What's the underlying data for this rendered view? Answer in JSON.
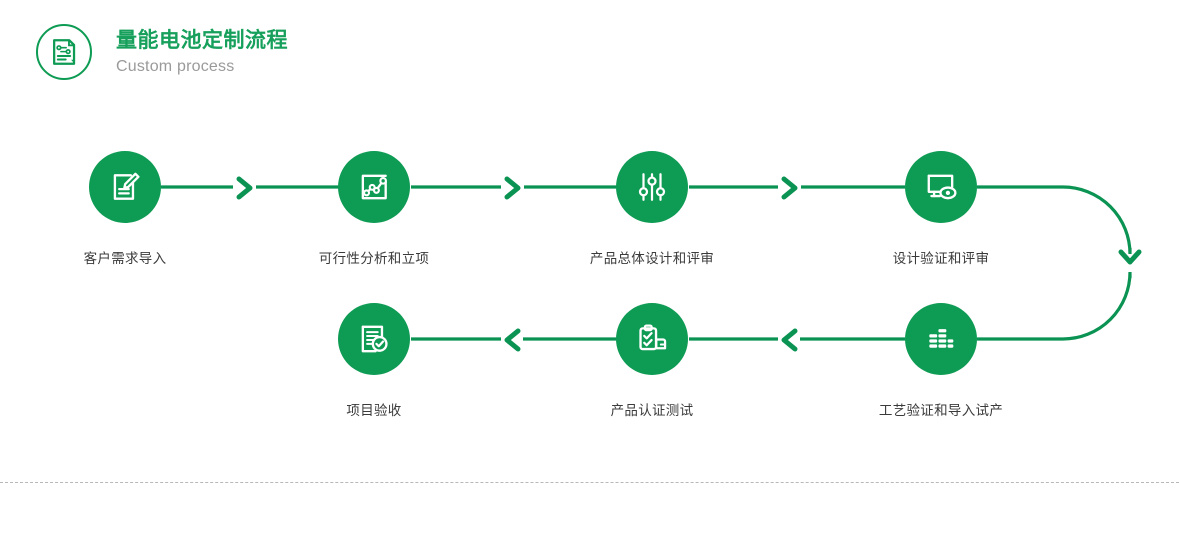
{
  "header": {
    "icon": "flow-document-icon",
    "title": "量能电池定制流程",
    "subtitle": "Custom process",
    "title_color": "#17a05c",
    "subtitle_color": "#9a9a9a"
  },
  "theme": {
    "brand_green": "#0e9b54",
    "line_green": "#0a9352",
    "label_color": "#3b3b3b",
    "divider_color": "#b8b8b8"
  },
  "flow": {
    "direction_top": "left-to-right",
    "direction_bottom": "right-to-left",
    "steps": [
      {
        "index": 1,
        "label": "客户需求导入",
        "icon": "document-pencil-icon",
        "row": "top"
      },
      {
        "index": 2,
        "label": "可行性分析和立项",
        "icon": "line-chart-icon",
        "row": "top"
      },
      {
        "index": 3,
        "label": "产品总体设计和评审",
        "icon": "sliders-icon",
        "row": "top"
      },
      {
        "index": 4,
        "label": "设计验证和评审",
        "icon": "monitor-eye-icon",
        "row": "top"
      },
      {
        "index": 5,
        "label": "工艺验证和导入试产",
        "icon": "equalizer-bars-icon",
        "row": "bottom"
      },
      {
        "index": 6,
        "label": "产品认证测试",
        "icon": "clipboard-check-icon",
        "row": "bottom"
      },
      {
        "index": 7,
        "label": "项目验收",
        "icon": "document-verified-icon",
        "row": "bottom"
      }
    ],
    "connectors": [
      {
        "from": 1,
        "to": 2,
        "type": "straight",
        "arrow": "chevron-right"
      },
      {
        "from": 2,
        "to": 3,
        "type": "straight",
        "arrow": "chevron-right"
      },
      {
        "from": 3,
        "to": 4,
        "type": "straight",
        "arrow": "chevron-right"
      },
      {
        "from": 4,
        "to": 5,
        "type": "u-turn-right",
        "arrow": "chevron-down"
      },
      {
        "from": 5,
        "to": 6,
        "type": "straight",
        "arrow": "chevron-left"
      },
      {
        "from": 6,
        "to": 7,
        "type": "straight",
        "arrow": "chevron-left"
      }
    ]
  }
}
